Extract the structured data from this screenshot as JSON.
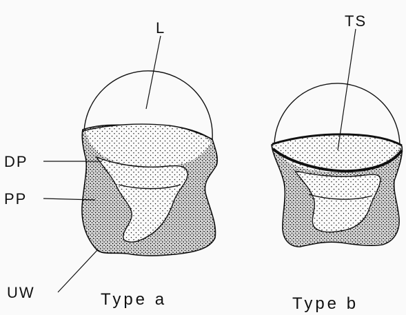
{
  "labels": {
    "L": "L",
    "TS": "TS",
    "DP": "DP",
    "PP": "PP",
    "UW": "UW"
  },
  "captions": {
    "type_a": "Type a",
    "type_b": "Type b"
  },
  "colors": {
    "background": "#fafafa",
    "ink": "#111111"
  }
}
